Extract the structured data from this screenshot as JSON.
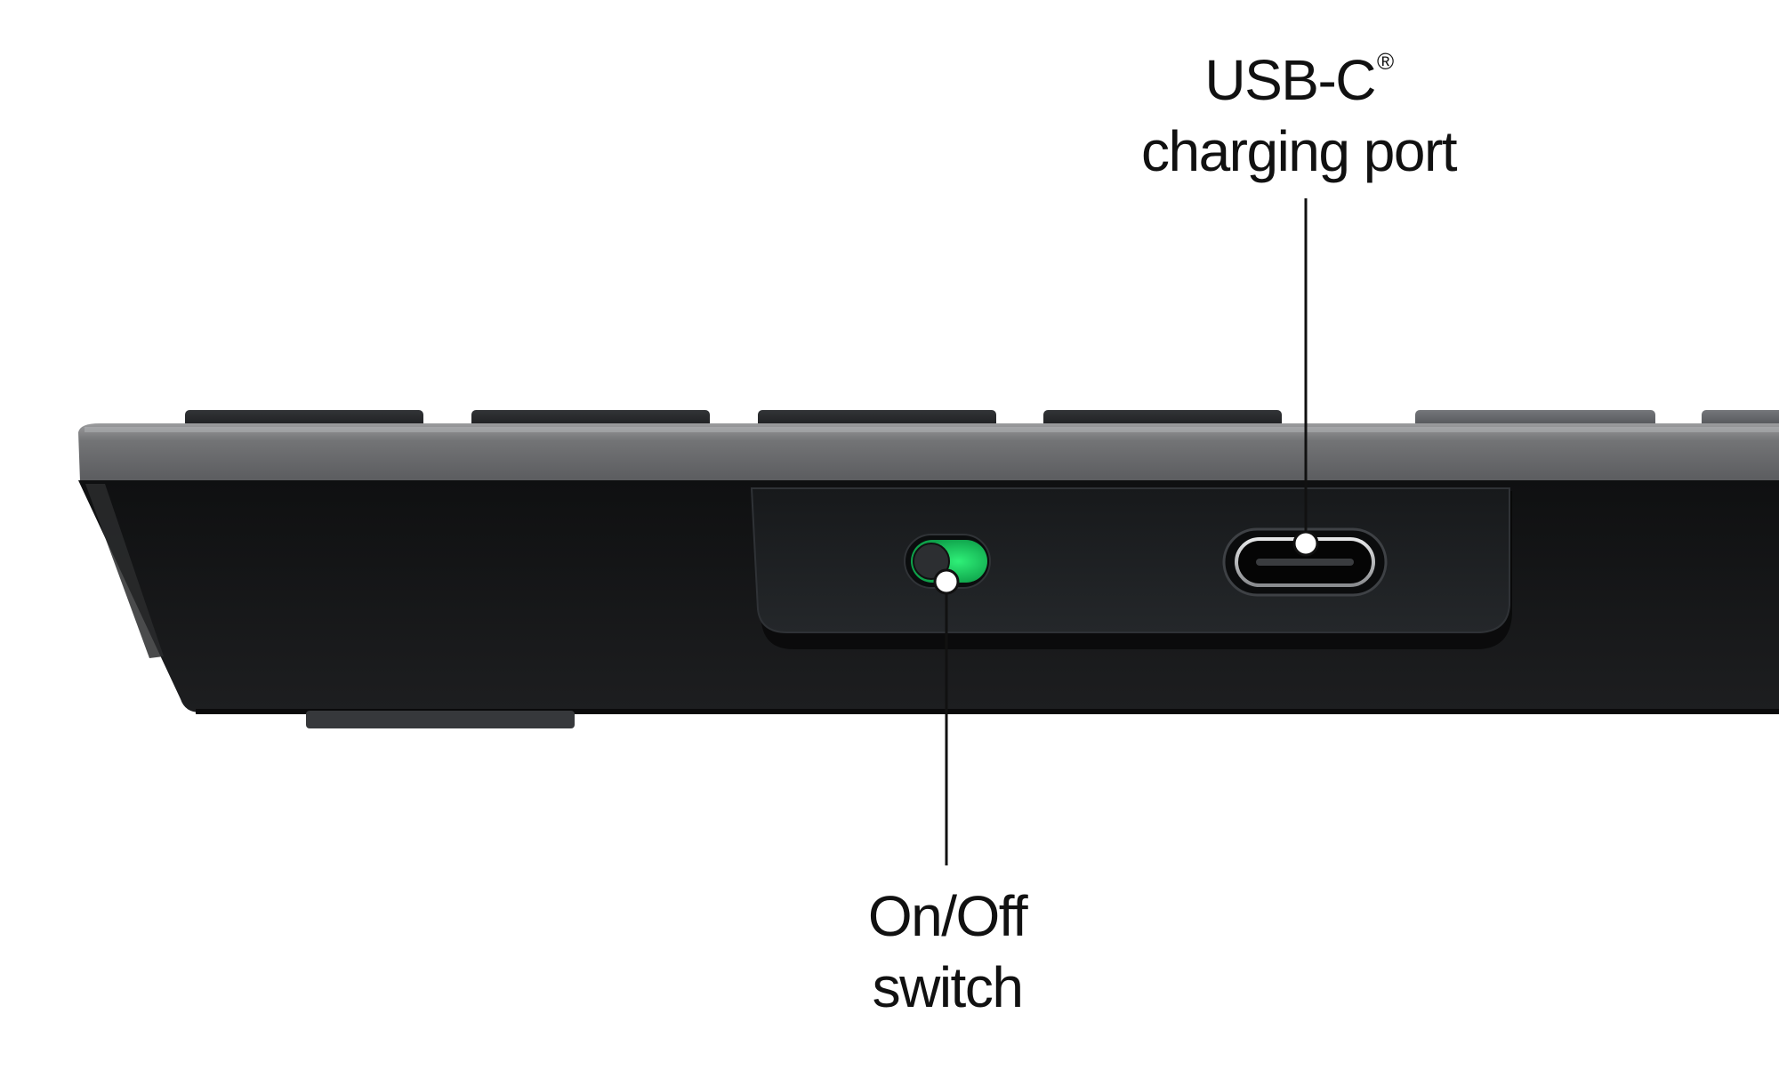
{
  "image": {
    "kind": "product-detail-photo",
    "subject": "keyboard-side-edge"
  },
  "colors": {
    "background": "#ffffff",
    "keyboard_top": "#6f7073",
    "keyboard_body": "#151617",
    "port_panel": "#1d1f22",
    "switch_green": "#19c25f",
    "callout_line": "#111111"
  },
  "callouts": {
    "usb_c_port": {
      "line_1_text": "USB-C",
      "registered_mark": "®",
      "line_2_text": "charging port"
    },
    "on_off_switch": {
      "line_1_text": "On/Off",
      "line_2_text": "switch"
    }
  },
  "icons": {
    "usb_c_port": "usb-c-port-icon",
    "power_switch": "power-toggle-icon"
  }
}
